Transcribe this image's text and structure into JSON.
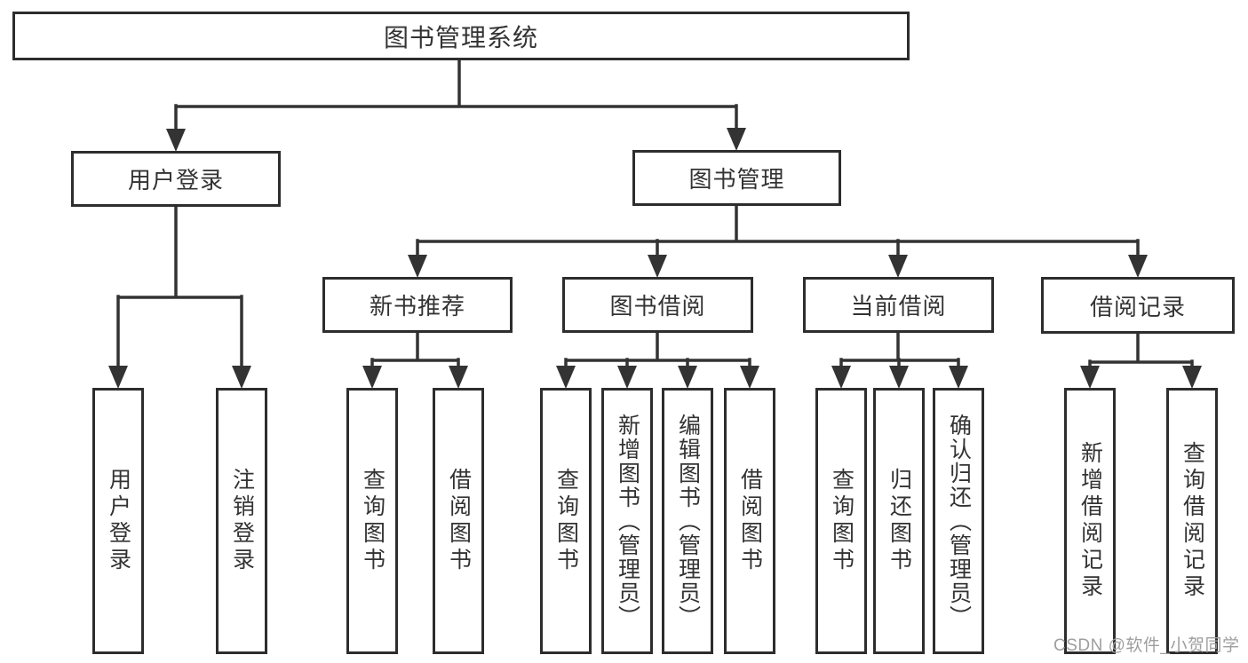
{
  "diagram": {
    "type": "hierarchy-chart",
    "root": {
      "label": "图书管理系统"
    },
    "branches": [
      {
        "label": "用户登录",
        "children": [
          {
            "label": "用户登录"
          },
          {
            "label": "注销登录"
          }
        ]
      },
      {
        "label": "图书管理",
        "children": [
          {
            "label": "新书推荐",
            "children": [
              {
                "label": "查询图书"
              },
              {
                "label": "借阅图书"
              }
            ]
          },
          {
            "label": "图书借阅",
            "children": [
              {
                "label": "查询图书"
              },
              {
                "label": "新增图书（管理员）"
              },
              {
                "label": "编辑图书（管理员）"
              },
              {
                "label": "借阅图书"
              }
            ]
          },
          {
            "label": "当前借阅",
            "children": [
              {
                "label": "查询图书"
              },
              {
                "label": "归还图书"
              },
              {
                "label": "确认归还（管理员）"
              }
            ]
          },
          {
            "label": "借阅记录",
            "children": [
              {
                "label": "新增借阅记录"
              },
              {
                "label": "查询借阅记录"
              }
            ]
          }
        ]
      }
    ]
  },
  "watermark": {
    "text": "CSDN @软件_小贺同学",
    "color": "#9e9e9e"
  },
  "colors": {
    "line": "#333333",
    "box_border": "#2d2d2d",
    "text": "#333333",
    "background": "#ffffff"
  }
}
